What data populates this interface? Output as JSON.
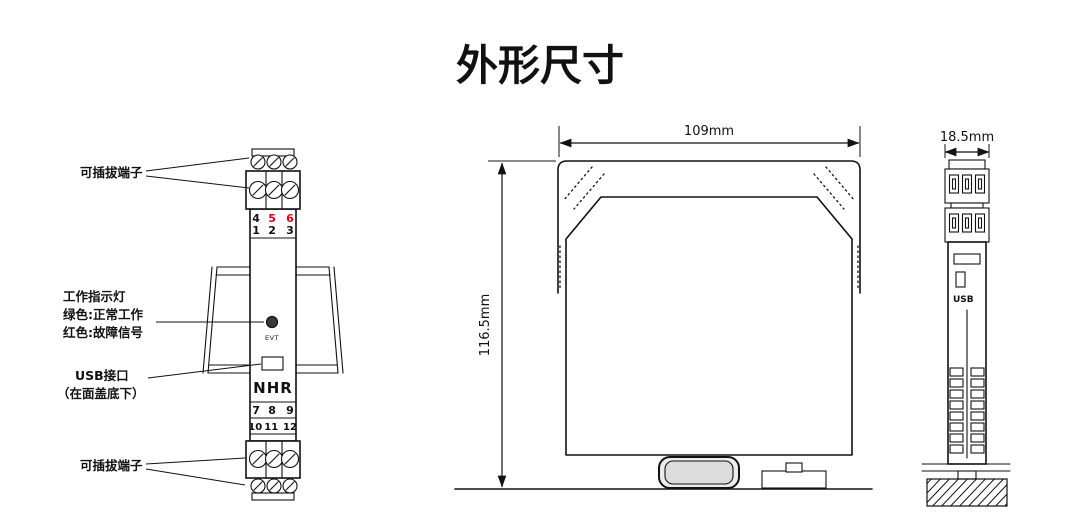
{
  "title": "外形尺寸",
  "colors": {
    "brand_red": "#e60012",
    "line": "#111111"
  },
  "front_view": {
    "top_terminal_label": "可插拔端子",
    "bottom_terminal_label": "可插拔端子",
    "indicator_lines": [
      "工作指示灯",
      "绿色:正常工作",
      "红色:故障信号"
    ],
    "usb_lines": [
      "USB接口",
      "（在面盖底下）"
    ],
    "evt": "EVT",
    "logo": "NHR",
    "terminal_numbers": {
      "top_row1": [
        "4",
        "5",
        "6"
      ],
      "top_row2": [
        "1",
        "2",
        "3"
      ],
      "bottom_row1": [
        "7",
        "8",
        "9"
      ],
      "bottom_row2": [
        "10",
        "11",
        "12"
      ]
    }
  },
  "side_view": {
    "width_dimension": "109mm",
    "height_dimension": "116.5mm"
  },
  "end_view": {
    "width_dimension": "18.5mm",
    "usb_label": "USB"
  }
}
